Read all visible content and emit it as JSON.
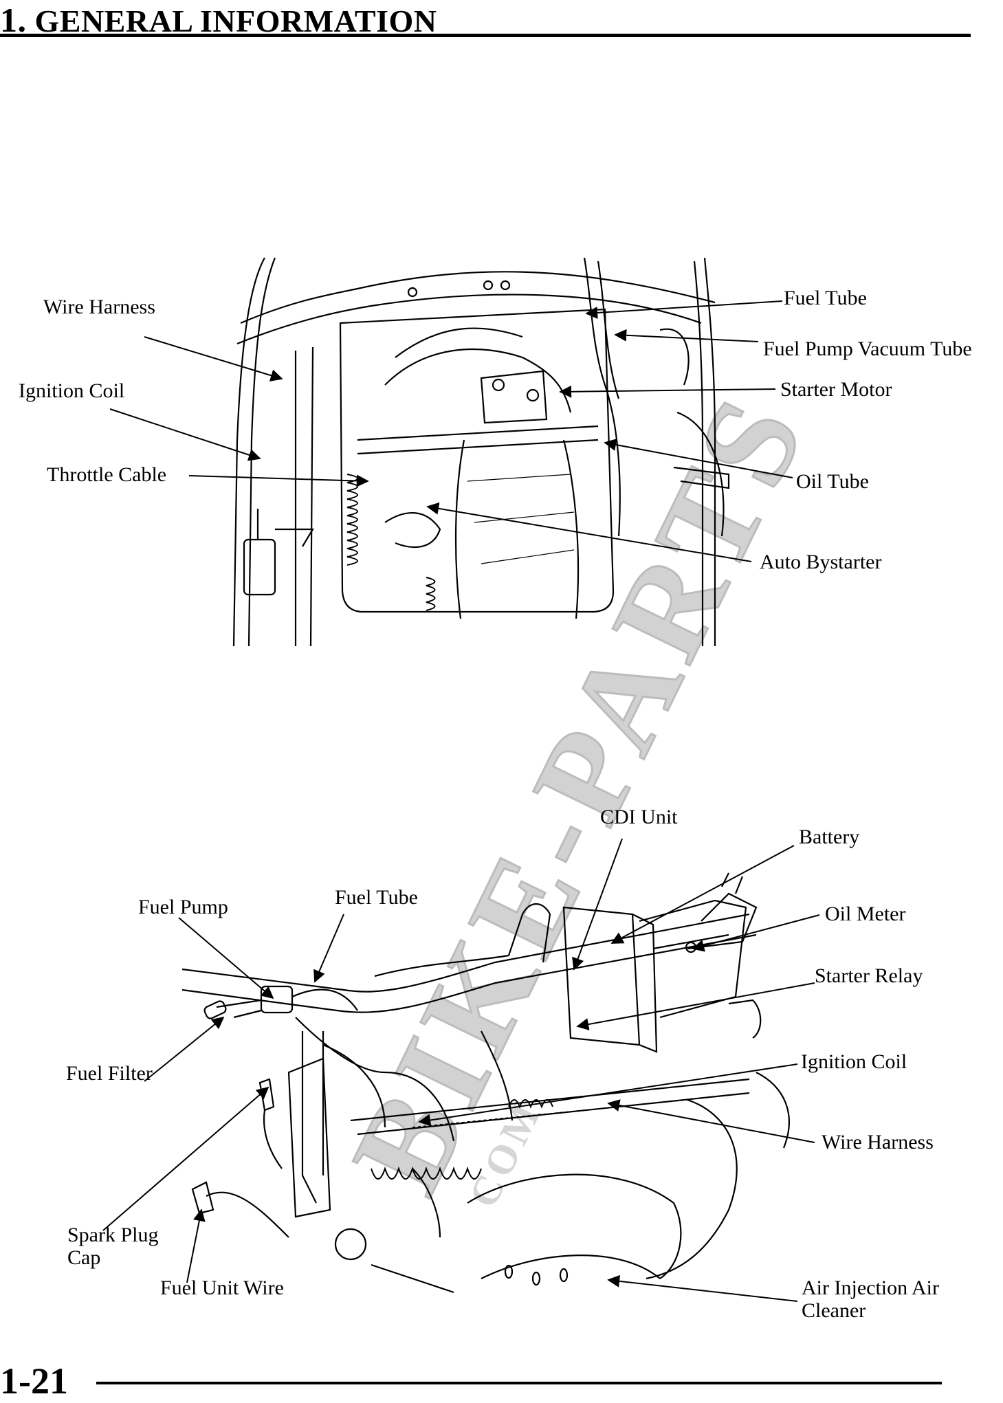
{
  "header": {
    "section_number": "1.",
    "section_title": "GENERAL INFORMATION"
  },
  "footer": {
    "page_number": "1-21"
  },
  "figure_top": {
    "labels": {
      "wire_harness": "Wire Harness",
      "ignition_coil": "Ignition Coil",
      "throttle_cable": "Throttle Cable",
      "fuel_tube": "Fuel Tube",
      "fuel_pump_vacuum_tube": "Fuel Pump Vacuum Tube",
      "starter_motor": "Starter Motor",
      "oil_tube": "Oil Tube",
      "auto_bystarter": "Auto Bystarter"
    }
  },
  "figure_bottom": {
    "labels": {
      "cdi_unit": "CDI Unit",
      "battery": "Battery",
      "fuel_pump": "Fuel Pump",
      "fuel_tube": "Fuel Tube",
      "oil_meter": "Oil Meter",
      "starter_relay": "Starter Relay",
      "fuel_filter": "Fuel Filter",
      "ignition_coil": "Ignition Coil",
      "wire_harness": "Wire Harness",
      "spark_plug_cap_line1": "Spark Plug",
      "spark_plug_cap_line2": "Cap",
      "fuel_unit_wire": "Fuel Unit Wire",
      "air_injection_line1": "Air Injection Air",
      "air_injection_line2": "Cleaner"
    }
  },
  "watermark": {
    "text": "BIKE-PARTS",
    "subtext": "COM",
    "color": "#c8c8c8"
  }
}
